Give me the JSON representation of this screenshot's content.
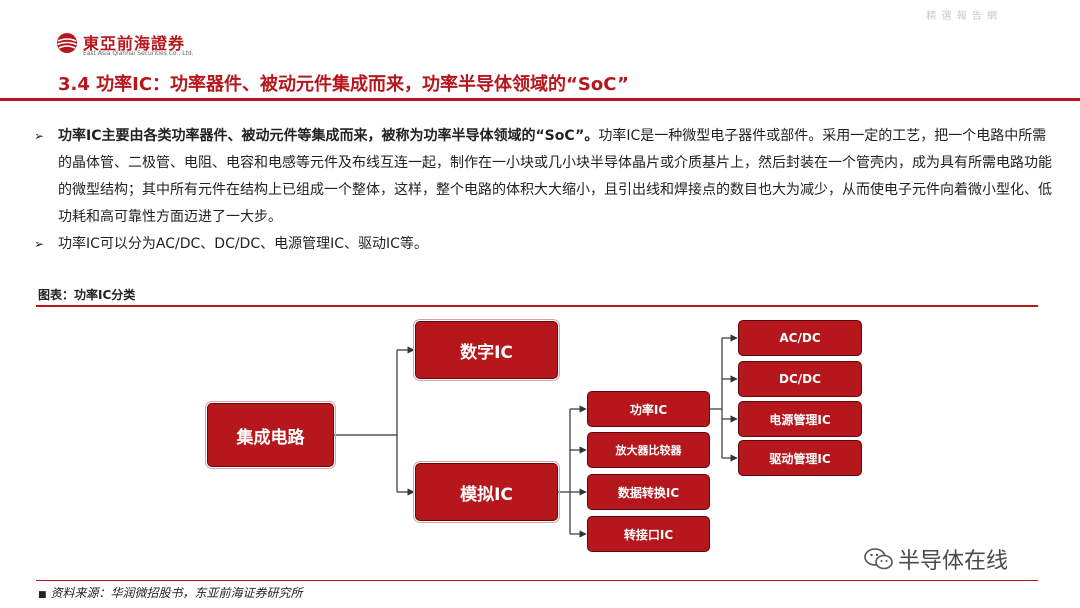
{
  "header": {
    "logo_cn": "東亞前海證券",
    "logo_en": "East Asia Qianhai Securities Co., Ltd.",
    "top_right": "精 選 報 告 網",
    "title": "3.4 功率IC：功率器件、被动元件集成而来，功率半导体领域的“SoC”"
  },
  "bullets": {
    "b1_bold": "功率IC主要由各类功率器件、被动元件等集成而来，被称为功率半导体领域的“SoC”。",
    "b1_rest": "功率IC是一种微型电子器件或部件。采用一定的工艺，把一个电路中所需的晶体管、二极管、电阻、电容和电感等元件及布线互连一起，制作在一小块或几小块半导体晶片或介质基片上，然后封装在一个管壳内，成为具有所需电路功能的微型结构；其中所有元件在结构上已组成一个整体，这样，整个电路的体积大大缩小，且引出线和焊接点的数目也大为减少，从而使电子元件向着微小型化、低功耗和高可靠性方面迈进了一大步。",
    "b2": "功率IC可以分为AC/DC、DC/DC、电源管理IC、驱动IC等。"
  },
  "figure": {
    "label": "图表：功率IC分类",
    "root": "集成电路",
    "level1": [
      "数字IC",
      "模拟IC"
    ],
    "level2": [
      "功率IC",
      "放大器比较器",
      "数据转换IC",
      "转接口IC"
    ],
    "level3": [
      "AC/DC",
      "DC/DC",
      "电源管理IC",
      "驱动管理IC"
    ]
  },
  "source": {
    "text": "资料来源：华润微招股书，东亚前海证券研究所"
  },
  "watermark": {
    "text": "半导体在线"
  },
  "colors": {
    "brand_red": "#b5171c",
    "box_border": "#5e0a0c"
  }
}
